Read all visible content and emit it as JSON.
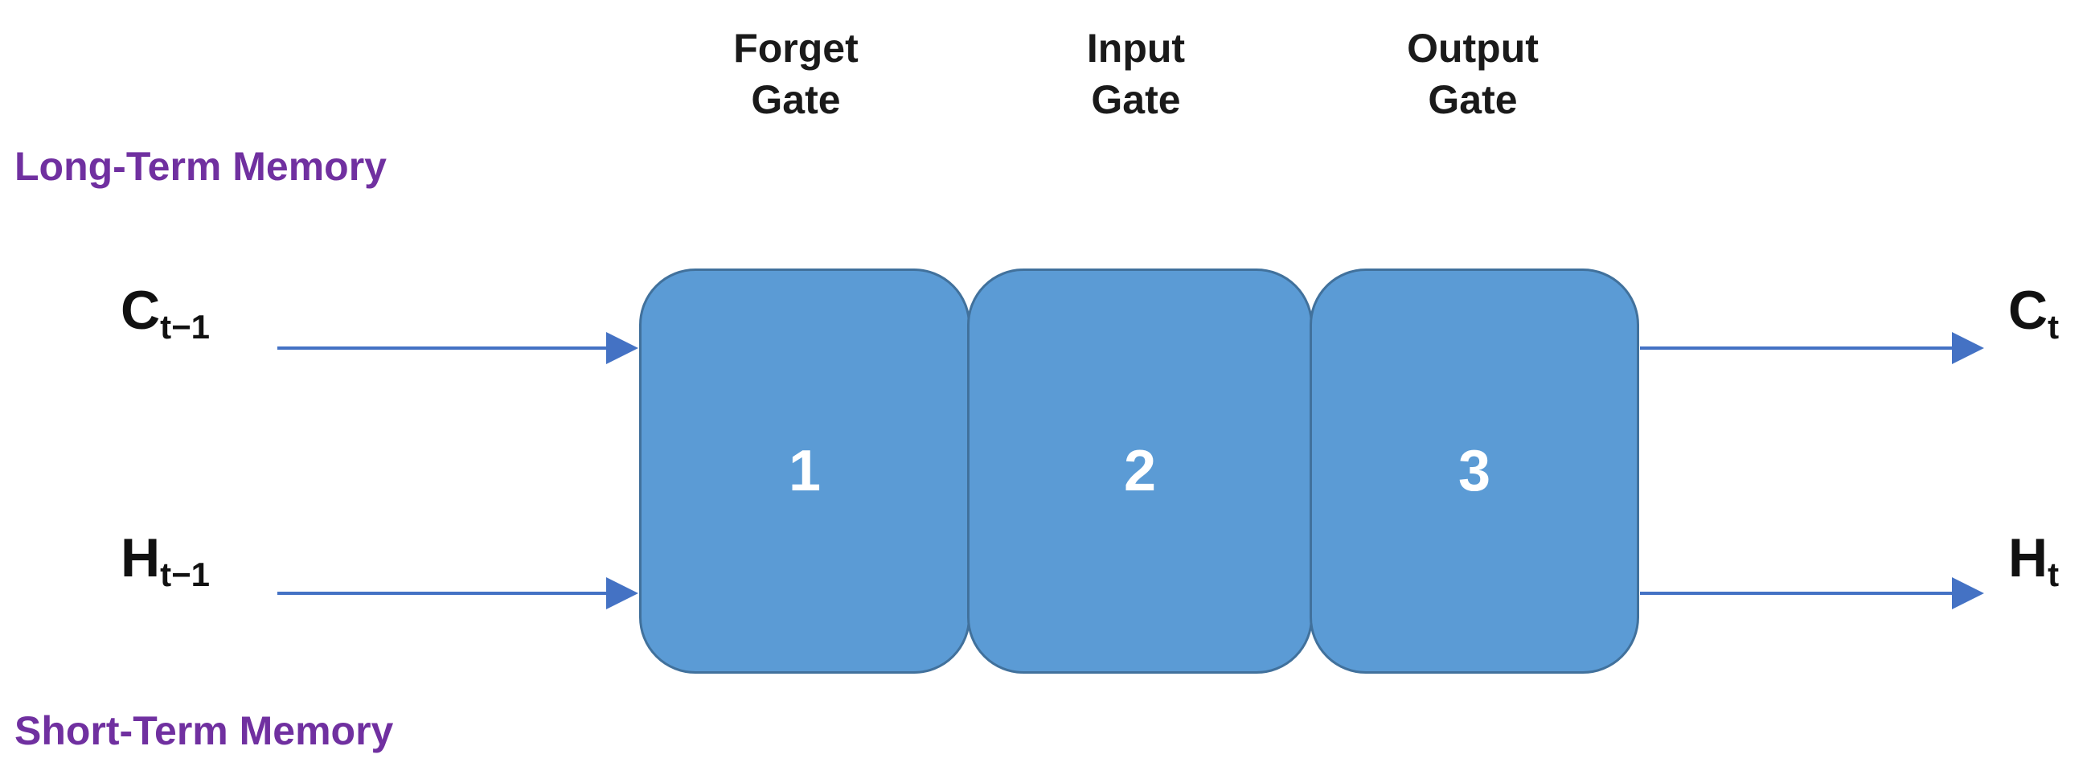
{
  "gates": [
    {
      "title_line1": "Forget",
      "title_line2": "Gate",
      "number": "1"
    },
    {
      "title_line1": "Input",
      "title_line2": "Gate",
      "number": "2"
    },
    {
      "title_line1": "Output",
      "title_line2": "Gate",
      "number": "3"
    }
  ],
  "memory": {
    "long_term": "Long-Term Memory",
    "short_term": "Short-Term Memory"
  },
  "inputs": {
    "cell_prev": {
      "base": "C",
      "sub": "t−1"
    },
    "hidden_prev": {
      "base": "H",
      "sub": "t−1"
    }
  },
  "outputs": {
    "cell": {
      "base": "C",
      "sub": "t"
    },
    "hidden": {
      "base": "H",
      "sub": "t"
    }
  },
  "colors": {
    "gate_fill": "#5b9bd5",
    "gate_border": "#41719c",
    "arrow": "#4472c4",
    "memory_label": "#7030a0"
  }
}
